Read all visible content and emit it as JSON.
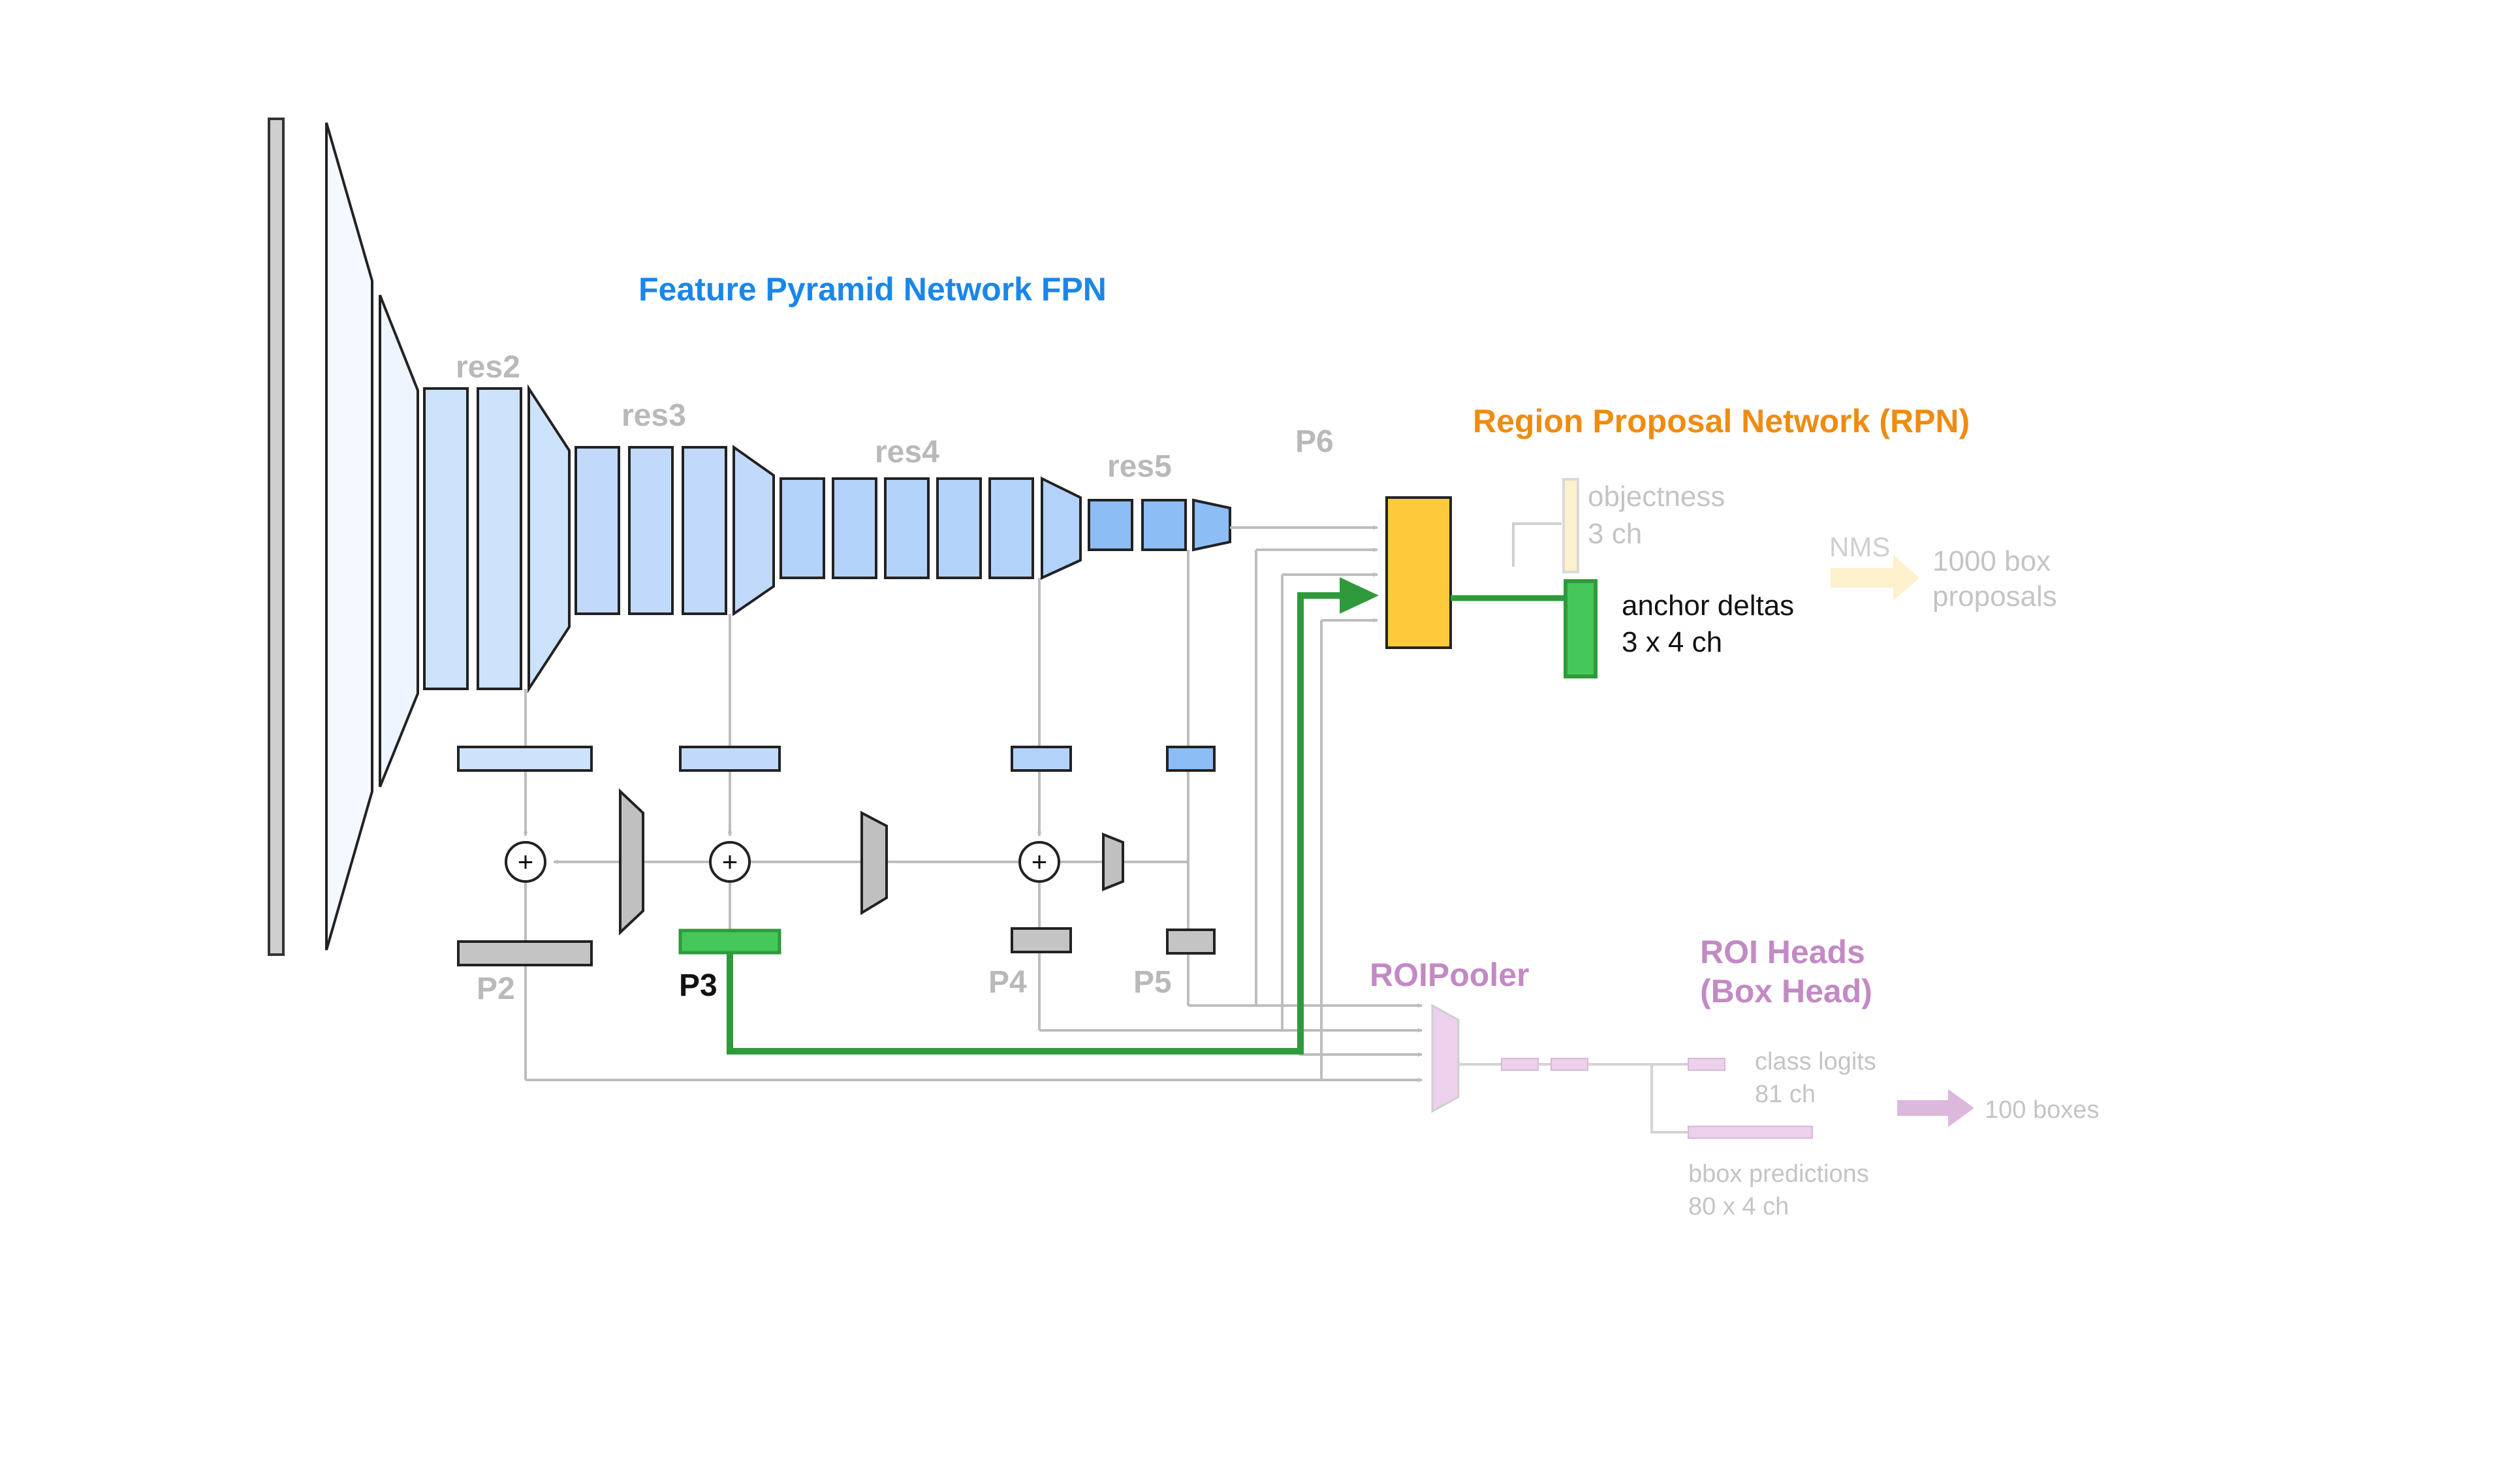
{
  "titles": {
    "fpn": "Feature Pyramid Network FPN",
    "rpn": "Region Proposal Network (RPN)",
    "roi_heads_1": "ROI Heads",
    "roi_heads_2": "(Box Head)",
    "roi_pooler": "ROIPooler"
  },
  "stages": {
    "res2": "res2",
    "res3": "res3",
    "res4": "res4",
    "res5": "res5"
  },
  "levels": {
    "p2": "P2",
    "p3": "P3",
    "p4": "P4",
    "p5": "P5",
    "p6": "P6"
  },
  "rpn": {
    "objectness_1": "objectness",
    "objectness_2": "3 ch",
    "anchor_deltas_1": "anchor deltas",
    "anchor_deltas_2": "3 x 4 ch",
    "nms": "NMS",
    "proposals_1": "1000 box",
    "proposals_2": "proposals"
  },
  "roi": {
    "class_logits_1": "class logits",
    "class_logits_2": "81 ch",
    "bbox_pred_1": "bbox predictions",
    "bbox_pred_2": "80 x 4 ch",
    "boxes": "100 boxes"
  },
  "symbols": {
    "plus": "+"
  },
  "colors": {
    "fpn_title": "#1a87e8",
    "rpn_title": "#ee8c12",
    "roi_title": "#c28ac4",
    "highlight_path": "#2e9a3c",
    "rpn_head": "#ffc93c",
    "anchor_deltas": "#46c75a"
  }
}
